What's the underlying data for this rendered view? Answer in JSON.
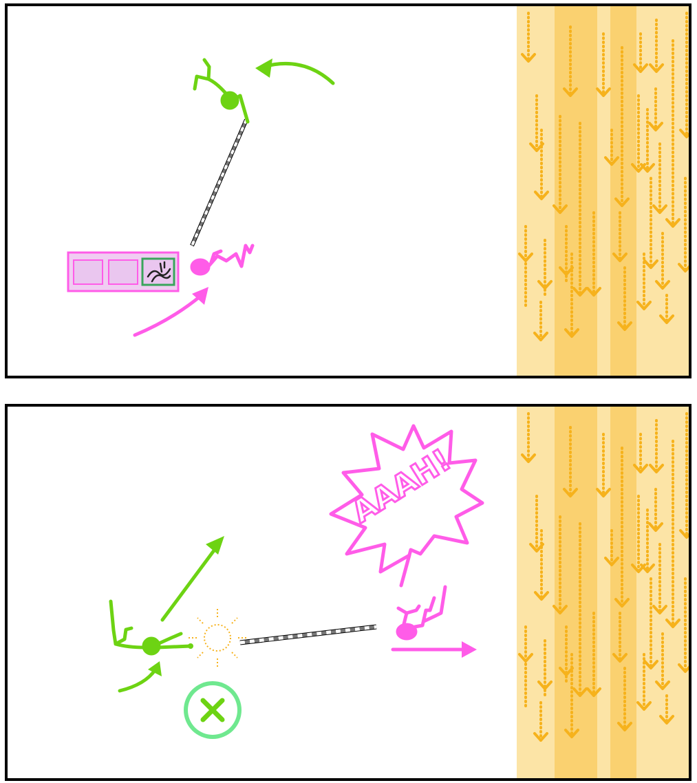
{
  "colors": {
    "background": "#ffffff",
    "frame": "#000000",
    "player_green": "#6dd313",
    "player_pink": "#ff5ce8",
    "falls_light": "#fce4a6",
    "falls_dark": "#fad170",
    "falls_arrow": "#f6b21c",
    "sun_dot": "#f6b21c",
    "rope_dark": "#000000",
    "rope_gray": "#777777",
    "cancel_ring": "#3be87a"
  },
  "panel_top": {
    "rope_from": "green-player",
    "rope_to": "pink-player",
    "inventory_slots": [
      {
        "item": "empty"
      },
      {
        "item": "empty"
      },
      {
        "item": "rope-icon",
        "selected": true
      }
    ]
  },
  "panel_bottom": {
    "shout_text": "AAAH!",
    "cancel_icon": "x-icon",
    "sun_icon": "sun-icon"
  },
  "waterfall": {
    "icon": "chevron-down-icon"
  }
}
